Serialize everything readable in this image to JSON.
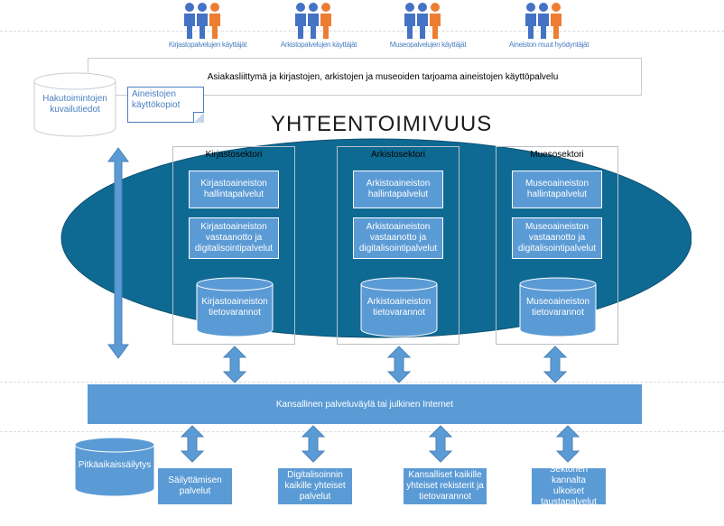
{
  "users": [
    {
      "label": "Kirjastopalvelujen käyttäjät"
    },
    {
      "label": "Arkistopalvelujen käyttäjät"
    },
    {
      "label": "Museopalvelujen käyttäjät"
    },
    {
      "label": "Aineiston muut hyödyntäjät"
    }
  ],
  "ui_bar": {
    "label": "Asiakasliittymä ja kirjastojen, arkistojen ja museoiden tarjoama aineistojen käyttöpalvelu"
  },
  "search_db": {
    "line1": "Hakutoimintojen",
    "line2": "kuvailutiedot"
  },
  "note": {
    "line1": "Aineistojen",
    "line2": "käyttökopiot"
  },
  "title": "YHTEENTOIMIVUUS",
  "sectors": [
    {
      "title": "Kirjastosektori",
      "box1": [
        "Kirjastoaineiston",
        "hallintapalvelut"
      ],
      "box2": [
        "Kirjastoaineiston",
        "vastaanotto ja",
        "digitalisointipalvelut"
      ],
      "db": [
        "Kirjastoaineiston",
        "tietovarannot"
      ]
    },
    {
      "title": "Arkistosektori",
      "box1": [
        "Arkistoaineiston",
        "hallintapalvelut"
      ],
      "box2": [
        "Arkistoaineiston",
        "vastaanotto ja",
        "digitalisointipalvelut"
      ],
      "db": [
        "Arkistoaineiston",
        "tietovarannot"
      ]
    },
    {
      "title": "Muesosektori",
      "box1": [
        "Museoaineiston",
        "hallintapalvelut"
      ],
      "box2": [
        "Museoaineiston",
        "vastaanotto ja",
        "digitalisointipalvelut"
      ],
      "db": [
        "Museoaineiston",
        "tietovarannot"
      ]
    }
  ],
  "bus": {
    "label": "Kansallinen palveluväylä tai julkinen Internet"
  },
  "archive_db": {
    "label": "Pitkäaikaissäilytys"
  },
  "bottom_services": [
    [
      "Säilyttämisen",
      "palvelut"
    ],
    [
      "Digitalisoinnin",
      "kaikille yhteiset",
      "palvelut"
    ],
    [
      "Kansalliset kaikille",
      "yhteiset rekisterit ja",
      "tietovarannot"
    ],
    [
      "Sektorien kannalta",
      "ulkoiset",
      "taustapalvelut"
    ]
  ],
  "colors": {
    "person_blue": "#4472c4",
    "person_orange": "#ed7d31",
    "ellipse": "#0f6a93",
    "box": "#5b9bd5",
    "label_blue": "#4a7fc0"
  }
}
